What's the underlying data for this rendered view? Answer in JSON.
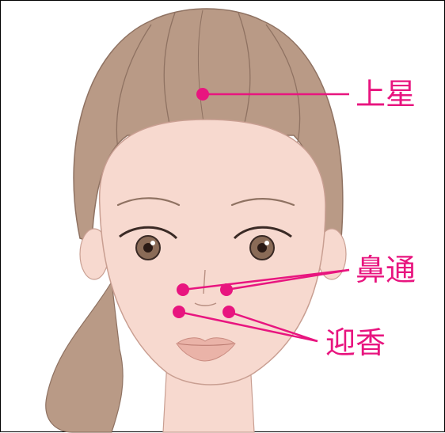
{
  "points": {
    "shangxing": {
      "label": "上星"
    },
    "bitong": {
      "label": "鼻通"
    },
    "yingxiang": {
      "label": "迎香"
    }
  },
  "colors": {
    "accent": "#e8157f",
    "skin": "#f7d9cf",
    "hair": "#b99a86",
    "hair_line": "#8f7262",
    "outline": "#c99f92"
  },
  "illustration": "face-illustration"
}
